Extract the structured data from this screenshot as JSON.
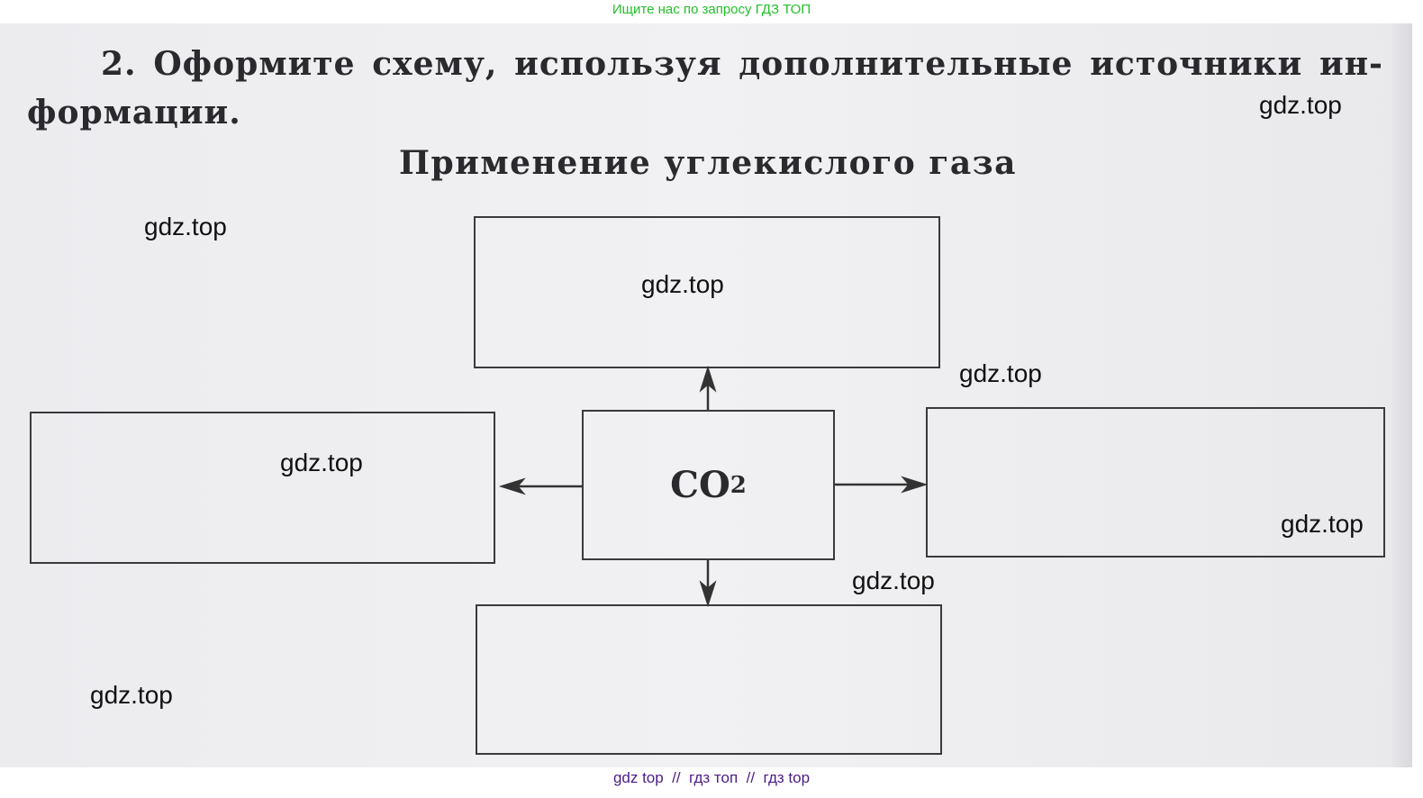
{
  "banner": "Ищите нас по запросу ГДЗ ТОП",
  "task": {
    "line1": "2. Оформите схему, используя дополнительные источники ин-",
    "line2": "формации."
  },
  "heading": "Применение углекислого газа",
  "center": {
    "formula": "CO",
    "subscript": "2"
  },
  "watermark": "gdz.top",
  "footer": "gdz top  //  гдз топ  //  гдз top"
}
